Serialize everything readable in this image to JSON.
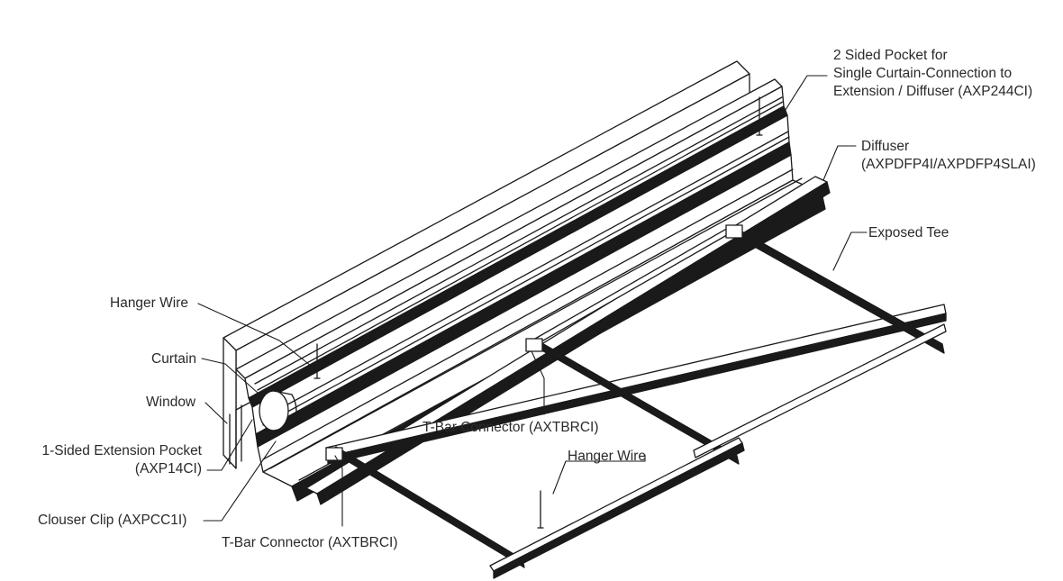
{
  "labels": {
    "pocket_2sided": [
      "2 Sided Pocket for",
      "Single Curtain-Connection to",
      "Extension / Diffuser (AXP244CI)"
    ],
    "diffuser": [
      "Diffuser",
      "(AXPDFP4I/AXPDFP4SLAI)"
    ],
    "exposed_tee": "Exposed Tee",
    "hanger_wire_left": "Hanger Wire",
    "curtain": "Curtain",
    "window": "Window",
    "extension_pocket": [
      "1-Sided Extension Pocket",
      "(AXP14CI)"
    ],
    "tbar_connector_mid": "T-Bar Connector (AXTBRCI)",
    "hanger_wire_right": "Hanger Wire",
    "closer_clip": "Clouser Clip (AXPCC1I)",
    "tbar_connector_bottom": "T-Bar Connector (AXTBRCI)"
  },
  "colors": {
    "line": "#1a1a1a",
    "text": "#2a2a2a",
    "background": "#ffffff"
  }
}
